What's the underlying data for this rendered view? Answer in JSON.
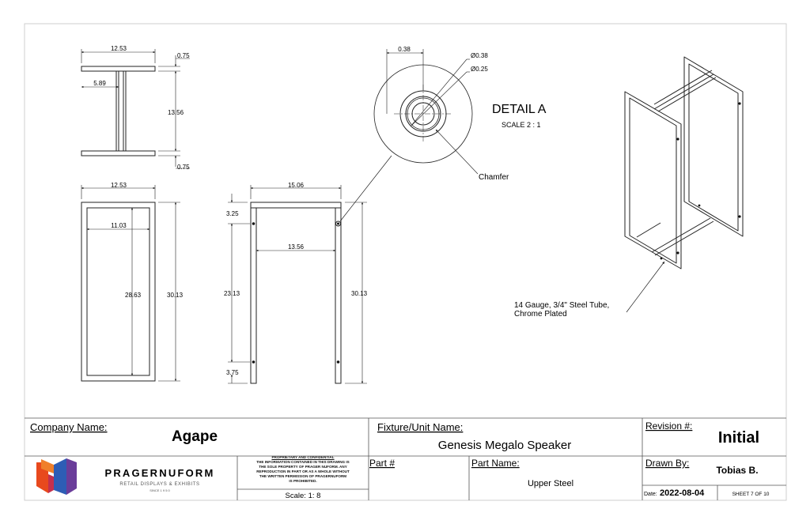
{
  "drawing": {
    "dims": {
      "top_width": "12.53",
      "flange_thickness_top": "0.75",
      "web_offset": "5.89",
      "section_height": "13.56",
      "flange_thickness_bottom": "0.75",
      "front_width": "12.53",
      "front_inner_width": "11.03",
      "front_inner_height": "28.63",
      "front_height": "30.13",
      "side_width": "15.06",
      "side_top_offset": "3.25",
      "side_inner_width": "13.56",
      "side_hole_spacing": "23.13",
      "side_bottom_offset": "3.75",
      "side_height": "30.13",
      "detail_offset": "0.38",
      "detail_outer_dia": "Ø0.38",
      "detail_inner_dia": "Ø0.25"
    },
    "detail": {
      "title": "DETAIL A",
      "scale": "SCALE  2 : 1",
      "chamfer": "Chamfer"
    },
    "callout": {
      "line1": "14 Gauge, 3/4\" Steel Tube,",
      "line2": "Chrome Plated"
    }
  },
  "title_block": {
    "company_label": "Company Name:",
    "company_value": "Agape",
    "fixture_label": "Fixture/Unit Name:",
    "fixture_value": "Genesis Megalo Speaker",
    "revision_label": "Revision #:",
    "revision_value": "Initial",
    "logo_name": "PRAGERNUFORM",
    "logo_tagline": "RETAIL DISPLAYS & EXHIBITS",
    "logo_since": "SINCE 1 9 5 0",
    "legal_lines": [
      "PROPRIETARY AND CONFIDENTIAL",
      "THE INFORMATION CONTAINED IN THIS DRAWING IS",
      "THE SOLE PROPERTY OF PRAGER NUFORM. ANY",
      "REPRODUCTION IN PART OR AS A WHOLE WITHOUT",
      "THE WRITTEN PERMISSION OF PRAGERNUFORM",
      "IS PROHIBITED."
    ],
    "scale_text": "Scale:   1: 8",
    "part_num_label": "Part #",
    "part_name_label": "Part Name:",
    "part_name_value": "Upper Steel",
    "drawn_label": "Drawn By:",
    "drawn_value": "Tobias B.",
    "date_label": "Date:",
    "date_value": "2022-08-04",
    "sheet_text": "SHEET 7 OF 10"
  },
  "colors": {
    "logo_red": "#e8491d",
    "logo_blue": "#2e5db5",
    "logo_purple": "#6a3d9a"
  }
}
